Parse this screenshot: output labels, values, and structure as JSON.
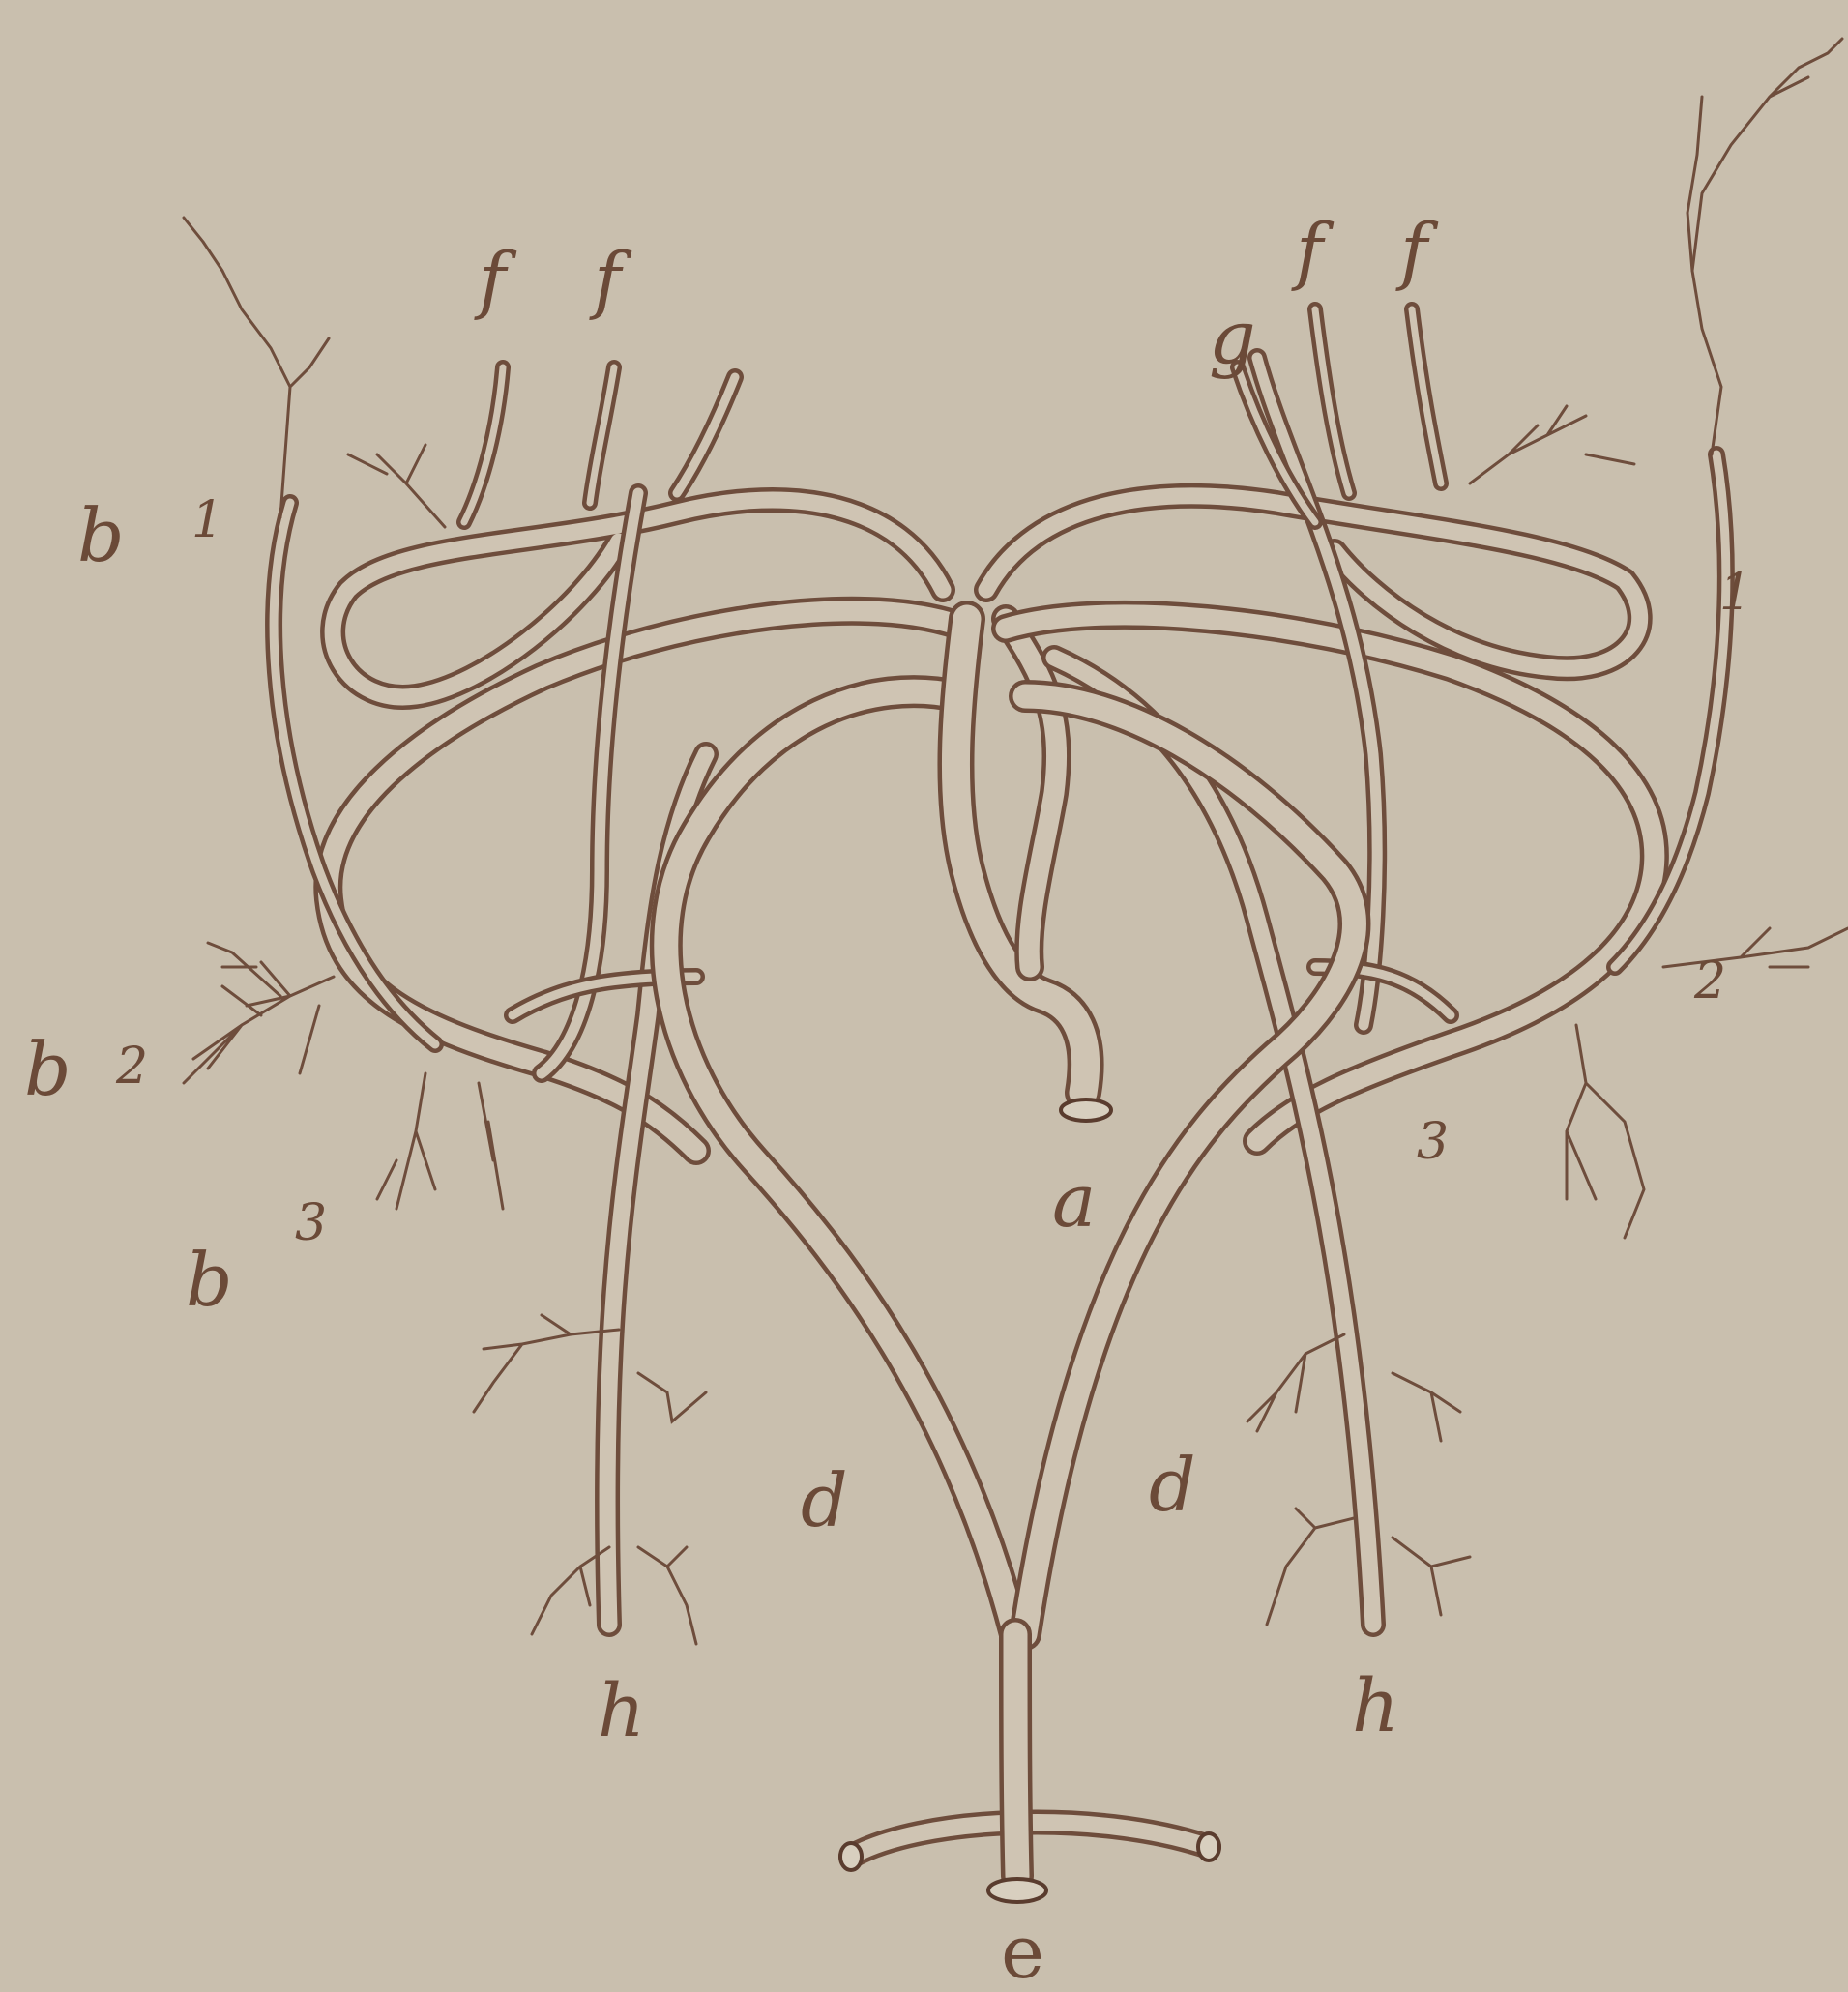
{
  "figure": {
    "labels": {
      "a": "a",
      "b_upper": "b",
      "b_mid": "b",
      "b_lower": "b",
      "num_1_left": "1",
      "num_2_left": "2",
      "num_3_left": "3",
      "num_1_right": "1",
      "num_2_right": "2",
      "num_3_right": "3",
      "f1": "f",
      "f2": "f",
      "f3": "f",
      "f4": "f",
      "g": "g",
      "d_left": "d",
      "d_right": "d",
      "h_left": "h",
      "h_right": "h",
      "e": "e"
    },
    "colors": {
      "background": "#c9bfae",
      "ink": "#6e4d3c",
      "vessel_fill": "#cfc4b3"
    }
  }
}
